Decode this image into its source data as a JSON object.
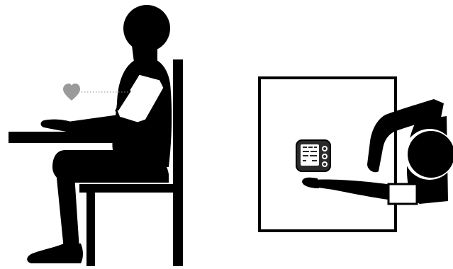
{
  "illustration": {
    "kind": "blood-pressure-measurement-posture",
    "left_panel": "side-view-seated-person",
    "right_panel": "top-view-person-at-table"
  },
  "colors": {
    "background": "#ffffff",
    "figure": "#000000",
    "heart": "#9a9a9a",
    "heart_guide_line": "#8c8c8c",
    "cuff": "#ffffff",
    "cuff_outline": "#000000",
    "monitor_screen": "#ffffff",
    "monitor_body": "#2a2a2a"
  },
  "icons": {
    "heart": "heart-icon",
    "cuff": "arm-cuff-icon",
    "monitor": "blood-pressure-monitor-icon"
  }
}
